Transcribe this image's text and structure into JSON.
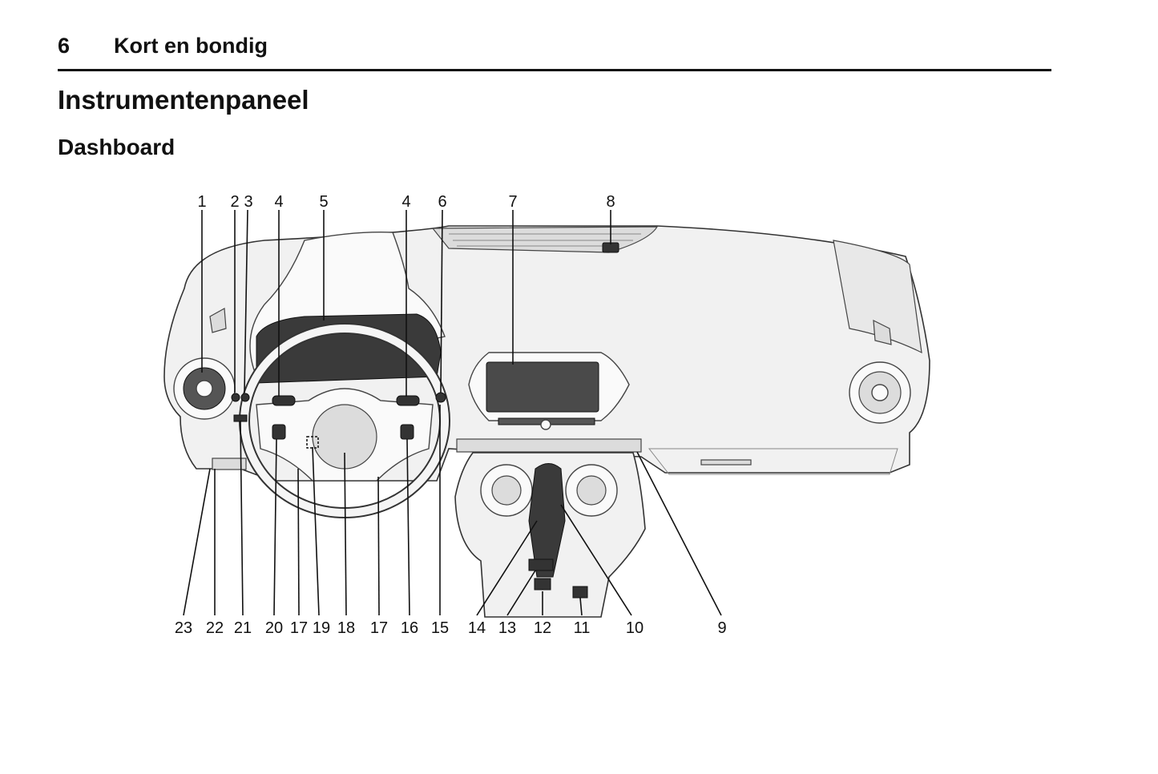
{
  "header": {
    "page_number": "6",
    "running_title": "Kort en bondig"
  },
  "section_title": "Instrumentenpaneel",
  "subsection_title": "Dashboard",
  "figure": {
    "callouts_top": [
      "1",
      "2",
      "3",
      "4",
      "5",
      "4",
      "6",
      "7",
      "8"
    ],
    "callouts_bottom": [
      "23",
      "22",
      "21",
      "20",
      "17",
      "19",
      "18",
      "17",
      "16",
      "15",
      "14",
      "13",
      "12",
      "11",
      "10",
      "9"
    ]
  }
}
